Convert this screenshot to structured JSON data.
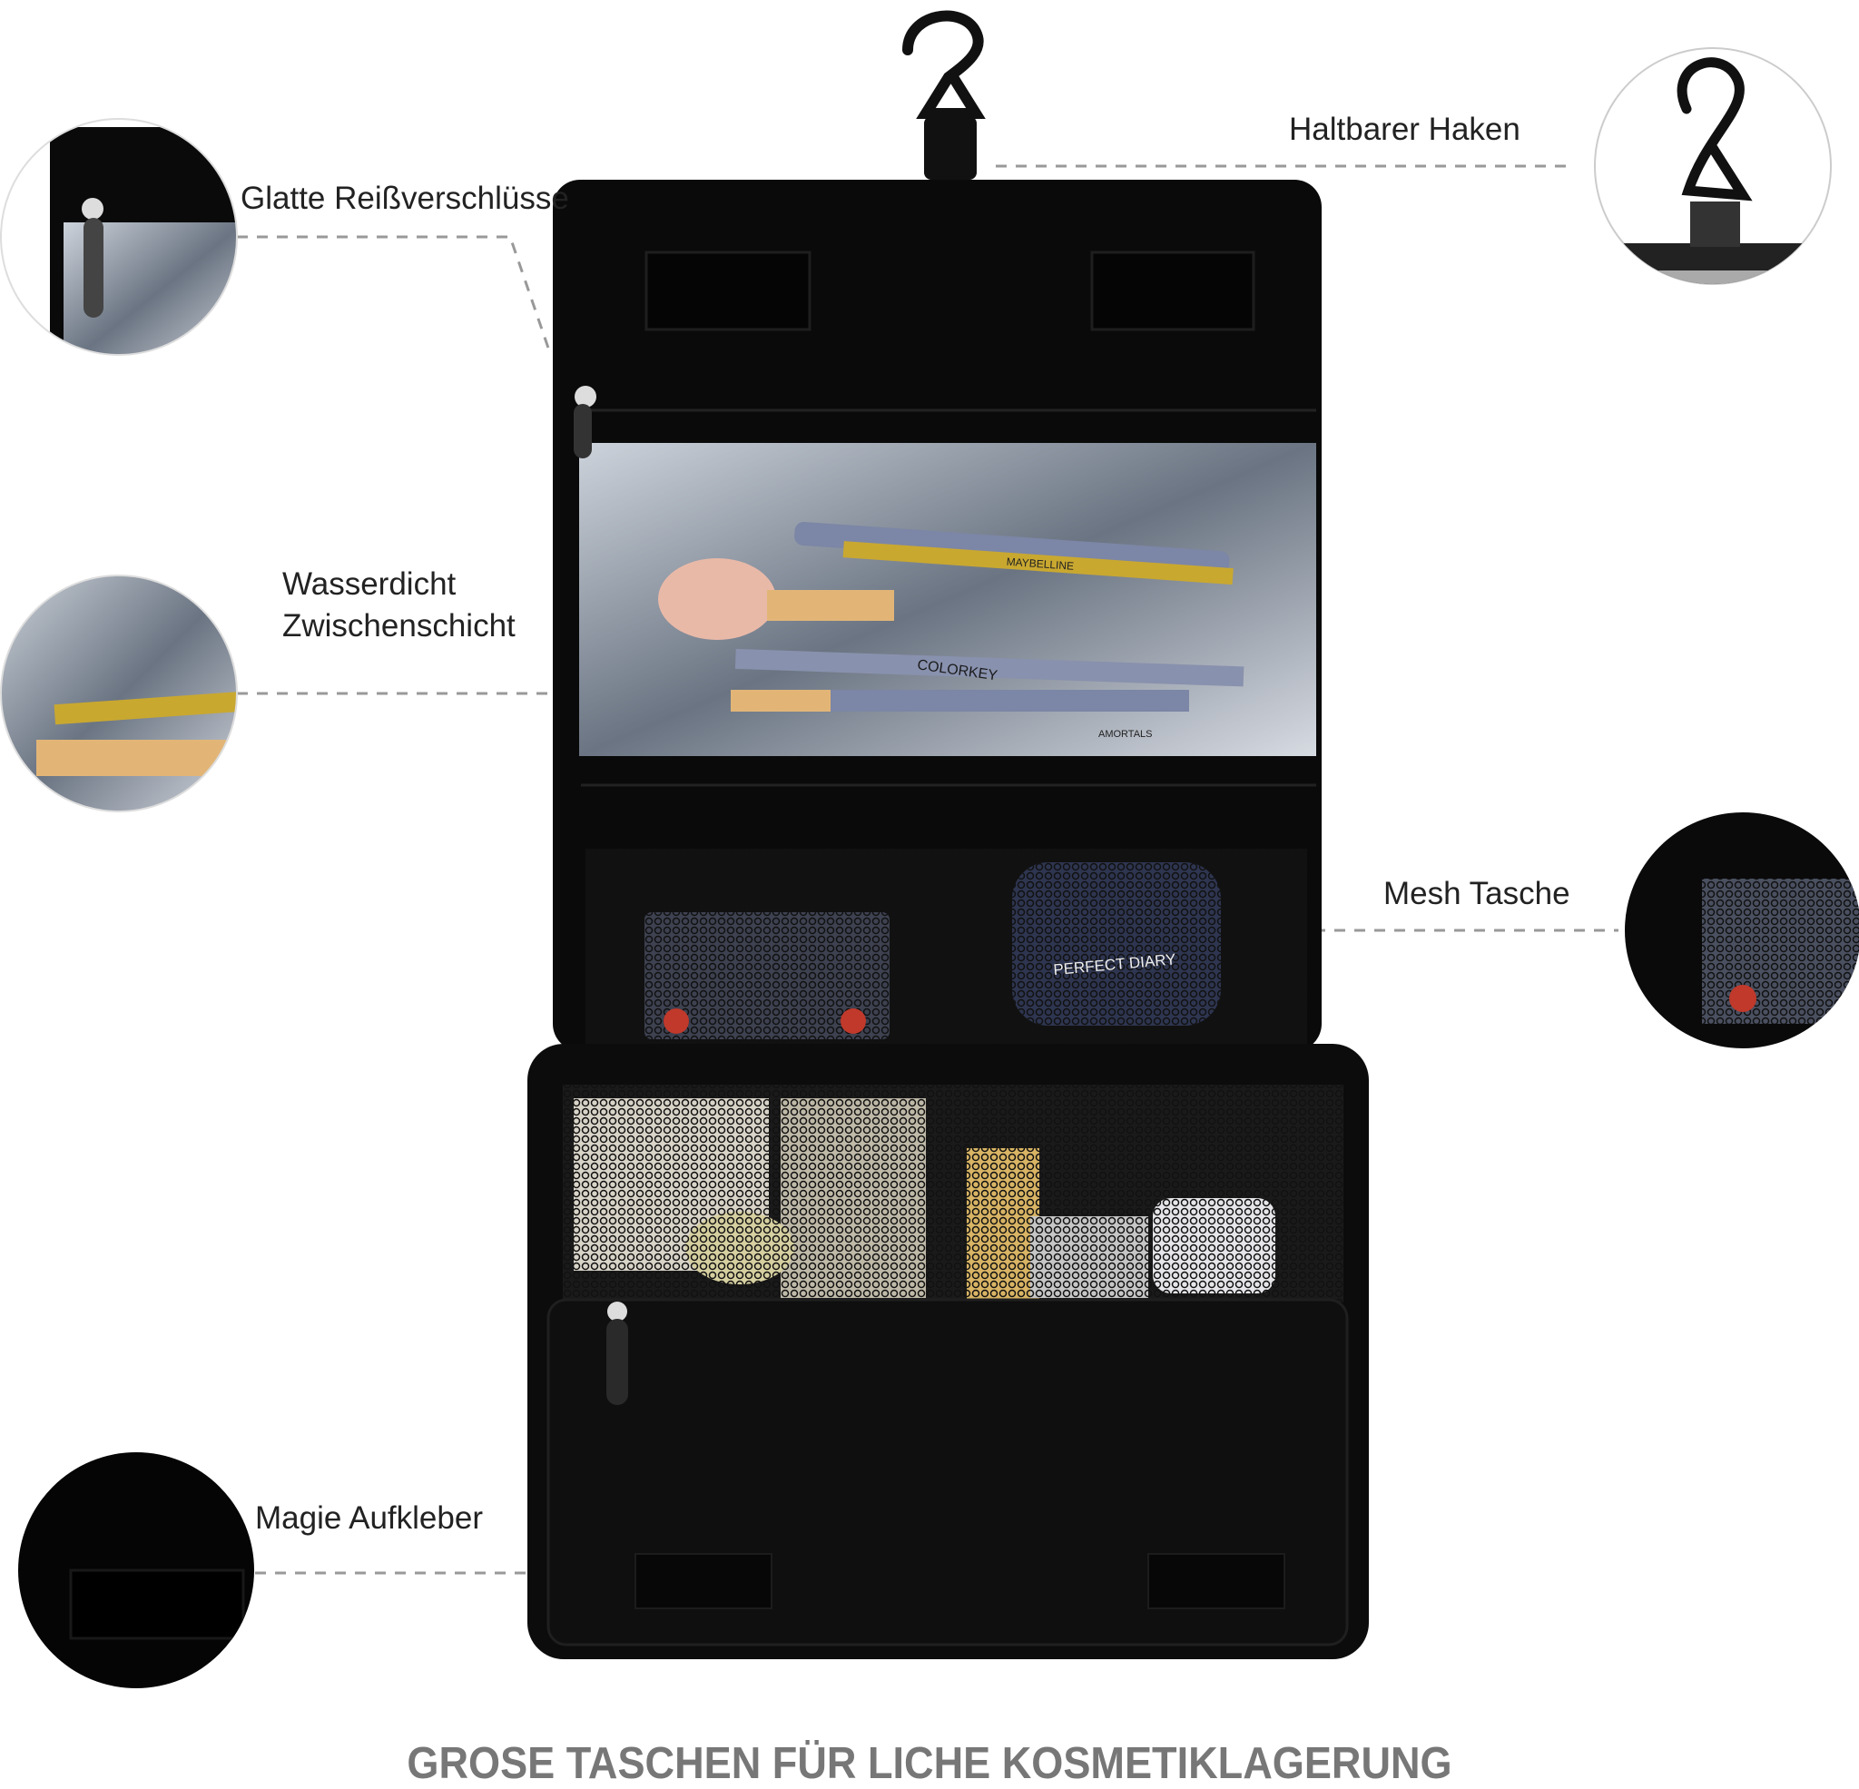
{
  "labels": {
    "zipper": "Glatte Reißverschlüsse",
    "hook": "Haltbarer Haken",
    "waterproof_line1": "Wasserdicht",
    "waterproof_line2": "Zwischenschicht",
    "mesh": "Mesh Tasche",
    "velcro": "Magie Aufkleber"
  },
  "caption": "GROSE TASCHEN FÜR LICHE KOSMETIKLAGERUNG",
  "product_prints": {
    "compact_brand": "PERFECT DIARY",
    "brush_brand_1": "MAYBELLINE",
    "brush_brand_2": "COLORKEY",
    "brush_brand_3": "AMORTALS"
  },
  "colors": {
    "bag": "#0a0a0a",
    "caption": "#777777",
    "dash": "#999999"
  }
}
